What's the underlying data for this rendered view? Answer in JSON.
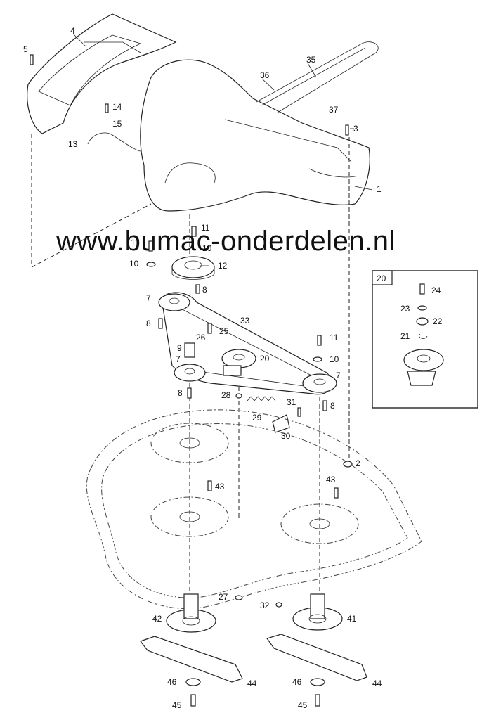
{
  "watermark": "www.bumac-onderdelen.nl",
  "inset": {
    "label": "20"
  },
  "callouts": [
    "1",
    "2",
    "3",
    "4",
    "5",
    "7",
    "7",
    "7",
    "8",
    "8",
    "8",
    "8",
    "9",
    "10",
    "10",
    "10",
    "11",
    "11",
    "11",
    "12",
    "13",
    "14",
    "15",
    "20",
    "21",
    "22",
    "23",
    "24",
    "25",
    "26",
    "27",
    "28",
    "29",
    "30",
    "31",
    "32",
    "33",
    "35",
    "36",
    "37",
    "41",
    "42",
    "43",
    "43",
    "44",
    "44",
    "45",
    "45",
    "46",
    "46"
  ]
}
